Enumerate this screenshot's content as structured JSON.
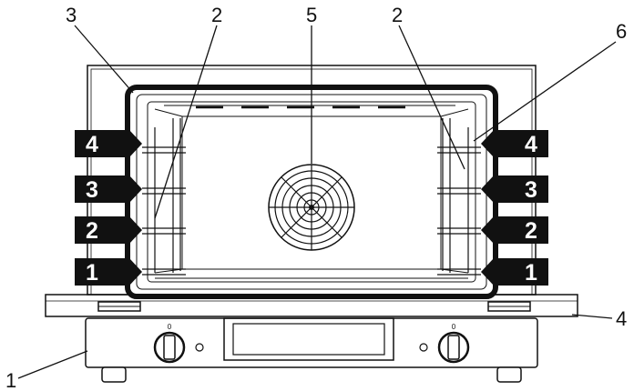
{
  "callouts": {
    "top_left": "3",
    "top_center_left": "2",
    "fan": "5",
    "top_center_right": "2",
    "top_right": "6",
    "right_edge": "4",
    "bottom_left": "1"
  },
  "rack_levels": {
    "left": [
      "4",
      "3",
      "2",
      "1"
    ],
    "right": [
      "4",
      "3",
      "2",
      "1"
    ]
  },
  "knob_marks": {
    "left": "0",
    "right": "0"
  }
}
